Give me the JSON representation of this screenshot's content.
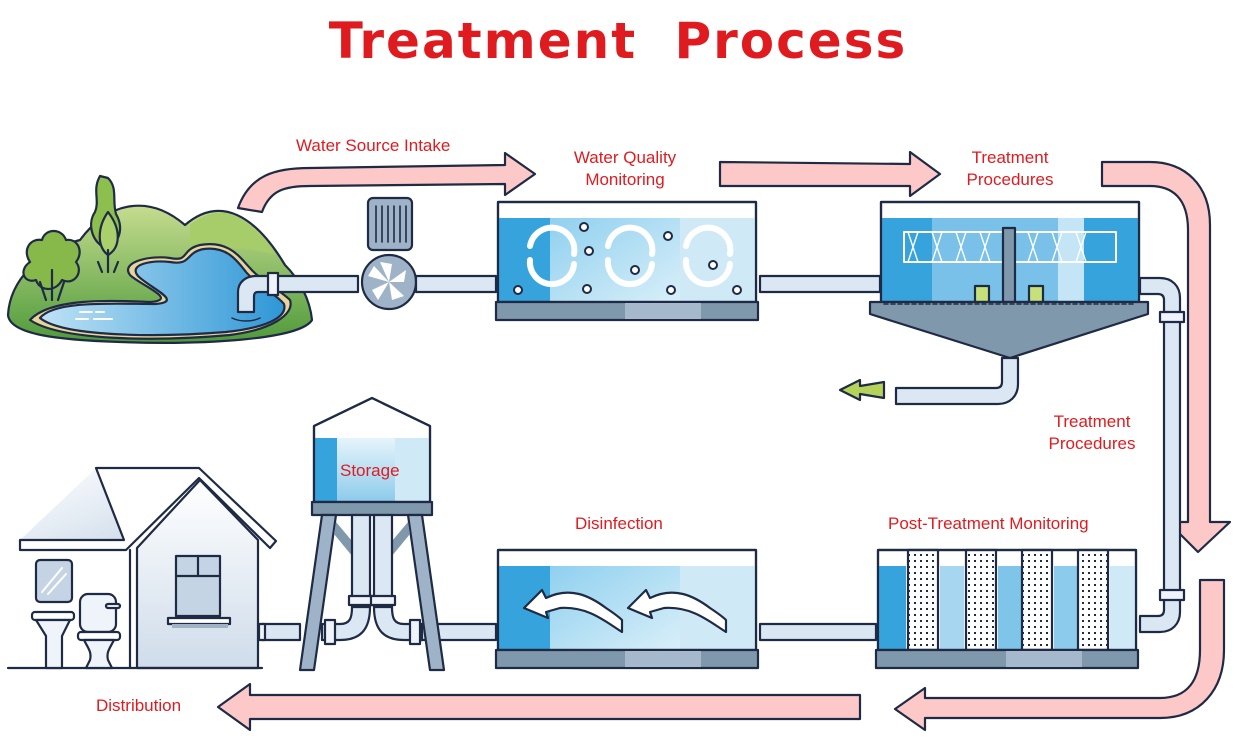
{
  "title": "Treatment  Process",
  "colors": {
    "title": "#e01b1f",
    "label": "#e01b1f",
    "flow_arrow_fill": "#fcc8c8",
    "outline": "#1f2a44",
    "water_dark": "#36a3dc",
    "water_light": "#bfe2f5",
    "base": "#7f98ac",
    "sediment": "#9cc84a"
  },
  "stages": [
    {
      "id": "intake",
      "label": "Water Source Intake"
    },
    {
      "id": "quality",
      "label_line1": "Water Quality",
      "label_line2": "Monitoring"
    },
    {
      "id": "treatment1",
      "label_line1": "Treatment",
      "label_line2": "Procedures"
    },
    {
      "id": "treatment2",
      "label_line1": "Treatment",
      "label_line2": "Procedures"
    },
    {
      "id": "post",
      "label": "Post-Treatment Monitoring"
    },
    {
      "id": "disinfection",
      "label": "Disinfection"
    },
    {
      "id": "storage",
      "label": "Storage"
    },
    {
      "id": "distribution",
      "label": "Distribution"
    }
  ],
  "icons": [
    "landscape-river-icon",
    "pump-motor-icon",
    "mixing-tank-icon",
    "clarifier-tank-icon",
    "filter-tank-icon",
    "disinfection-tank-icon",
    "water-tower-icon",
    "house-icon",
    "sink-icon",
    "toilet-icon"
  ]
}
